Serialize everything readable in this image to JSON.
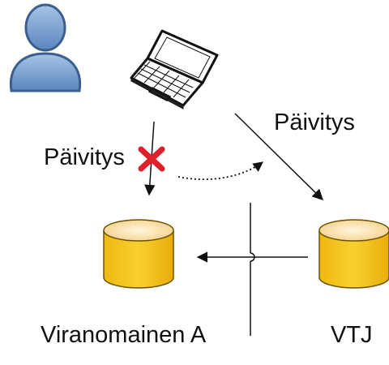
{
  "labels": {
    "update_left": "Päivitys",
    "update_right": "Päivitys",
    "authority": "Viranomainen A",
    "registry": "VTJ"
  },
  "icons": {
    "user": "user-icon",
    "laptop": "laptop-icon",
    "blocked": "cross-icon",
    "authority_db": "database-icon",
    "registry_db": "database-icon"
  },
  "colors": {
    "user_fill": "#6f97c8",
    "user_stroke": "#3b5f8c",
    "db_fill": "#f3c51e",
    "db_top": "#fde9a4",
    "cross": "#e0202a"
  }
}
